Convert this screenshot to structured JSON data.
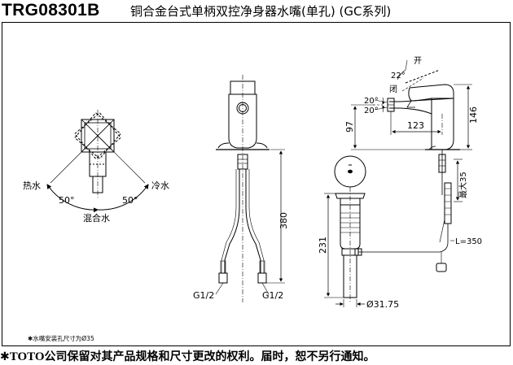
{
  "header": {
    "model": "TRG08301B",
    "product_name": "铜合金台式单柄双控净身器水嘴(单孔) (GC系列)"
  },
  "top_view": {
    "hot_label": "热水",
    "cold_label": "冷水",
    "mix_label": "混合水",
    "left_angle": "50°",
    "right_angle": "50°"
  },
  "front_view": {
    "left_thread": "G1/2",
    "right_thread": "G1/2",
    "height": "380"
  },
  "side_view": {
    "open_label": "开",
    "closed_label": "闭",
    "lever_angle": "22°",
    "angle_up": "20°",
    "angle_down": "20°",
    "dim_97": "97",
    "dim_123": "123",
    "dim_146": "146",
    "max_label": "最大35",
    "hose_length": "L=350",
    "drain_height": "231",
    "drain_diameter": "Ø31.75"
  },
  "notes": {
    "install_hole": "✱水嘴安装孔尺寸为Ø35"
  },
  "footer": {
    "star": "✱",
    "brand": "TOTO",
    "text": "公司保留对其产品规格和尺寸更改的权利。届时，恕不另行通知。"
  }
}
